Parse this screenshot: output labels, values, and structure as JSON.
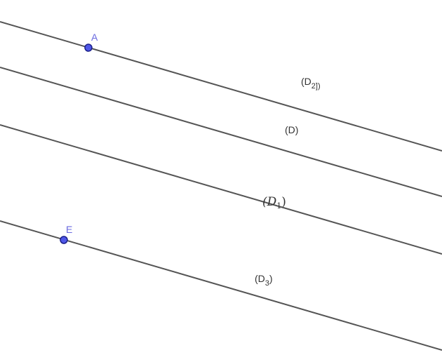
{
  "colors": {
    "line": "#555555",
    "point_fill": "#4f57e8",
    "point_stroke": "#1a1f8a",
    "point_label": "#6a6ae0",
    "label_text": "#333333"
  },
  "lines": [
    {
      "id": "D2",
      "label_main": "(D",
      "label_sub": "2])",
      "label_tail": ""
    },
    {
      "id": "D",
      "label_main": "(D)",
      "label_sub": "",
      "label_tail": ""
    },
    {
      "id": "D1",
      "label_main": "(D",
      "label_sub": "1",
      "label_tail": ")"
    },
    {
      "id": "D3",
      "label_main": "(D",
      "label_sub": "3",
      "label_tail": ")"
    }
  ],
  "points": [
    {
      "id": "A",
      "label": "A"
    },
    {
      "id": "E",
      "label": "E"
    }
  ]
}
